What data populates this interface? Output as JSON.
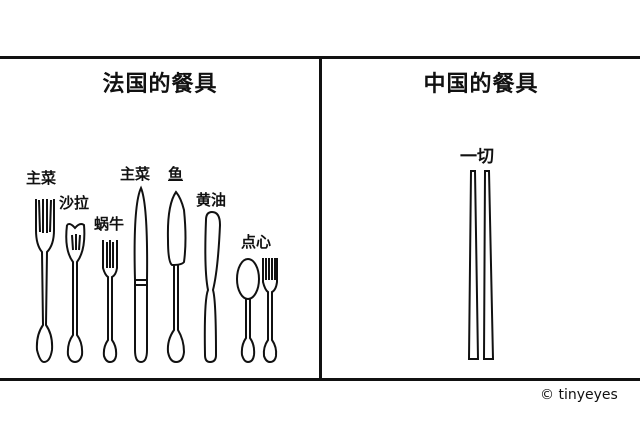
{
  "panels": {
    "left": {
      "title": "法国的餐具",
      "labels": {
        "main_fork": "主菜",
        "salad_fork": "沙拉",
        "snail_fork": "蜗牛",
        "main_knife": "主菜",
        "fish_knife": "鱼",
        "butter_knife": "黄油",
        "dessert": "点心"
      }
    },
    "right": {
      "title": "中国的餐具",
      "labels": {
        "chopsticks": "一切"
      }
    }
  },
  "credit": "© tinyeyes",
  "colors": {
    "ink": "#111111",
    "background": "#ffffff"
  }
}
